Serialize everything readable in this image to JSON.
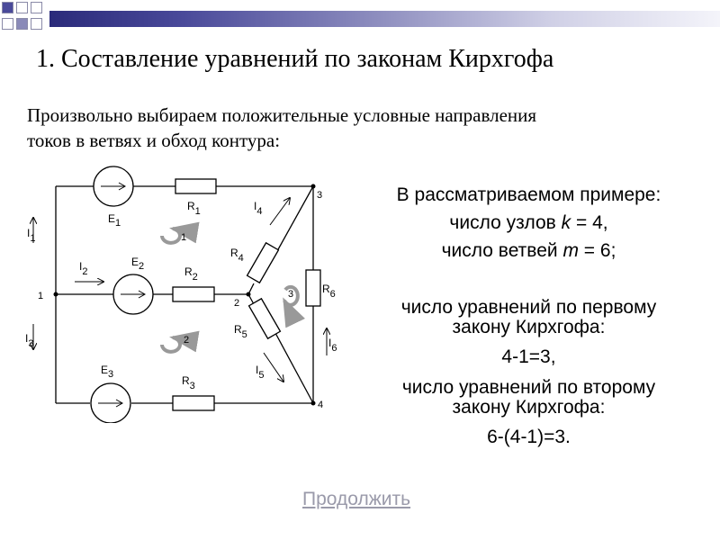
{
  "slide": {
    "title": "1. Составление уравнений по законам Кирхгофа",
    "intro_line1": "Произвольно выбираем положительные условные направления",
    "intro_line2": "токов в ветвях и обход контура:",
    "theme_colors": {
      "bar_dark": "#2a2a7a",
      "bar_light": "#f4f4fa",
      "link": "#9a9aaa"
    }
  },
  "info": {
    "example": "В рассматриваемом примере:",
    "nodes_prefix": "число узлов ",
    "nodes_var": "k",
    "nodes_suffix": " = 4,",
    "branches_prefix": "число ветвей ",
    "branches_var": "m",
    "branches_suffix": " = 6;",
    "first_law_line1": "число уравнений по первому",
    "first_law_line2": "закону Кирхгофа:",
    "first_law_calc": "4-1=3,",
    "second_law_line1": "число уравнений по второму",
    "second_law_line2": "закону Кирхгофа:",
    "second_law_calc": "6-(4-1)=3."
  },
  "nav": {
    "continue": "Продолжить"
  },
  "circuit": {
    "nodes": {
      "n1": "1",
      "n2": "2",
      "n3": "3",
      "n4": "4"
    },
    "sources": {
      "e1": "E",
      "e1_sub": "1",
      "e2": "E",
      "e2_sub": "2",
      "e3": "E",
      "e3_sub": "3"
    },
    "resistors": {
      "r1": "R",
      "r1_sub": "1",
      "r2": "R",
      "r2_sub": "2",
      "r3": "R",
      "r3_sub": "3",
      "r4": "R",
      "r4_sub": "4",
      "r5": "R",
      "r5_sub": "5",
      "r6": "R",
      "r6_sub": "6"
    },
    "currents": {
      "i1": "I",
      "i1_sub": "1",
      "i2": "I",
      "i2_sub": "2",
      "i3": "I",
      "i3_sub": "3",
      "i4": "I",
      "i4_sub": "4",
      "i5": "I",
      "i5_sub": "5",
      "i6": "I",
      "i6_sub": "6"
    },
    "loops": {
      "l1": "1",
      "l2": "2",
      "l3": "3"
    }
  }
}
